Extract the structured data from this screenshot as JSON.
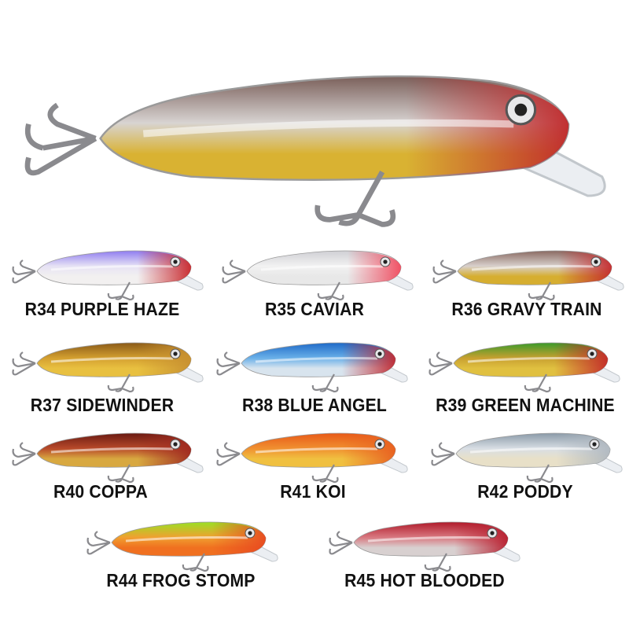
{
  "hero": {
    "top": "#7a5f5a",
    "mid": "#d8d4d2",
    "belly": "#d9b232",
    "head": "#c0282a"
  },
  "lures": [
    {
      "label": "R34 PURPLE HAZE",
      "top": "#8f7cf0",
      "mid": "#e6e2f4",
      "belly": "#f2f0f0",
      "head": "#c8262a"
    },
    {
      "label": "R35 CAVIAR",
      "top": "#cfcfd4",
      "mid": "#f2f2f2",
      "belly": "#e8e8e8",
      "head": "#f04a5e"
    },
    {
      "label": "R36 GRAVY TRAIN",
      "top": "#8a6a62",
      "mid": "#d8d0cc",
      "belly": "#d6ae30",
      "head": "#c42a2c"
    },
    {
      "label": "R37 SIDEWINDER",
      "top": "#8a5a18",
      "mid": "#d4a030",
      "belly": "#e8c040",
      "head": "#c89030"
    },
    {
      "label": "R38 BLUE ANGEL",
      "top": "#1e6ac8",
      "mid": "#6ab0e8",
      "belly": "#d8e4ee",
      "head": "#c02830"
    },
    {
      "label": "R39 GREEN MACHINE",
      "top": "#3a9a2a",
      "mid": "#c8a030",
      "belly": "#e0c040",
      "head": "#c42a2a"
    },
    {
      "label": "R40 COPPA",
      "top": "#6a1a12",
      "mid": "#b84a2a",
      "belly": "#d8a840",
      "head": "#a02a20"
    },
    {
      "label": "R41 KOI",
      "top": "#e85a18",
      "mid": "#f09030",
      "belly": "#f0c040",
      "head": "#e86020"
    },
    {
      "label": "R42 PODDY",
      "top": "#8a9aa8",
      "mid": "#d8dee4",
      "belly": "#e8e0c8",
      "head": "#b0b8c0"
    },
    {
      "label": "R44 FROG STOMP",
      "top": "#9ae024",
      "mid": "#f0a030",
      "belly": "#f07020",
      "head": "#e84a20"
    },
    {
      "label": "R45 HOT BLOODED",
      "top": "#b01a2a",
      "mid": "#d87880",
      "belly": "#d8d0d0",
      "head": "#b82030"
    }
  ]
}
